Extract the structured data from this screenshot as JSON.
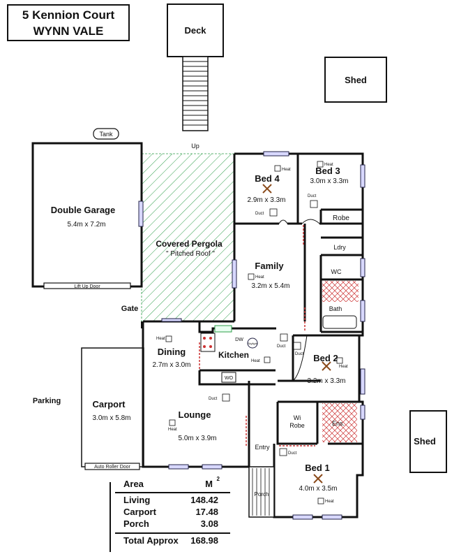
{
  "title": {
    "line1": "5 Kennion Court",
    "line2": "WYNN VALE"
  },
  "outbuildings": {
    "deck": "Deck",
    "shed_top": "Shed",
    "shed_right": "Shed",
    "tank": "Tank",
    "up": "Up"
  },
  "rooms": {
    "garage": {
      "name": "Double Garage",
      "size": "5.4m x 7.2m",
      "door": "Lift Up Door"
    },
    "pergola": {
      "name": "Covered Pergola",
      "note": "\" Pitched Roof \""
    },
    "gate": "Gate",
    "parking": "Parking",
    "carport": {
      "name": "Carport",
      "size": "3.0m x 5.8m",
      "door": "Auto Roller Door"
    },
    "bed4": {
      "name": "Bed 4",
      "size": "2.9m x 3.3m"
    },
    "bed3": {
      "name": "Bed 3",
      "size": "3.0m x 3.3m"
    },
    "robe": "Robe",
    "ldry": "Ldry",
    "wc": "WC",
    "bath": "Bath",
    "family": {
      "name": "Family",
      "size": "3.2m x 5.4m"
    },
    "dining": {
      "name": "Dining",
      "size": "2.7m x 3.0m"
    },
    "kitchen": {
      "name": "Kitchen",
      "dw": "DW",
      "skylight": "Skylight",
      "wo": "WO"
    },
    "lounge": {
      "name": "Lounge",
      "size": "5.0m x 3.9m"
    },
    "bed2": {
      "name": "Bed 2",
      "size": "3.2m x 3.3m"
    },
    "wirobe": {
      "line1": "Wi",
      "line2": "Robe"
    },
    "ens": "Ens.",
    "entry": "Entry",
    "porch": "Porch",
    "bed1": {
      "name": "Bed 1",
      "size": "4.0m x 3.5m"
    }
  },
  "fixtures": {
    "heat": "Heat",
    "duct": "Duct"
  },
  "area_table": {
    "header_area": "Area",
    "header_unit": "M",
    "header_sup": "2",
    "rows": [
      {
        "label": "Living",
        "value": "148.42"
      },
      {
        "label": "Carport",
        "value": "17.48"
      },
      {
        "label": "Porch",
        "value": "3.08"
      }
    ],
    "total": {
      "label": "Total Approx",
      "value": "168.98"
    }
  }
}
